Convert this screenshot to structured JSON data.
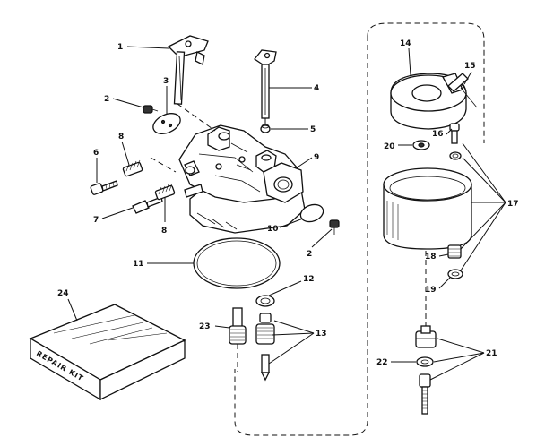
{
  "kit_label": "REPAIR KIT",
  "callouts": {
    "c1": "1",
    "c2a": "2",
    "c2b": "2",
    "c3": "3",
    "c4": "4",
    "c5": "5",
    "c6": "6",
    "c7": "7",
    "c8a": "8",
    "c8b": "8",
    "c9": "9",
    "c10": "10",
    "c11": "11",
    "c12": "12",
    "c13": "13",
    "c14": "14",
    "c15": "15",
    "c16": "16",
    "c17": "17",
    "c18": "18",
    "c19": "19",
    "c20": "20",
    "c21": "21",
    "c22": "22",
    "c23": "23",
    "c24": "24"
  }
}
